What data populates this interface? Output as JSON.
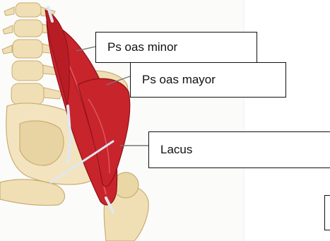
{
  "labels": {
    "psoas_minor": "Ps oas minor",
    "psoas_major": "Ps oas mayor",
    "lacus": "Lacus"
  },
  "colors": {
    "muscle": "#c8242c",
    "muscle_dark": "#8e1118",
    "muscle_light": "#e0525a",
    "bone": "#f0dfb4",
    "bone_shade": "#d6bf8c",
    "tendon": "#dfe7f0",
    "leader_line": "#777777",
    "box_border": "#111111",
    "background": "#ffffff"
  }
}
